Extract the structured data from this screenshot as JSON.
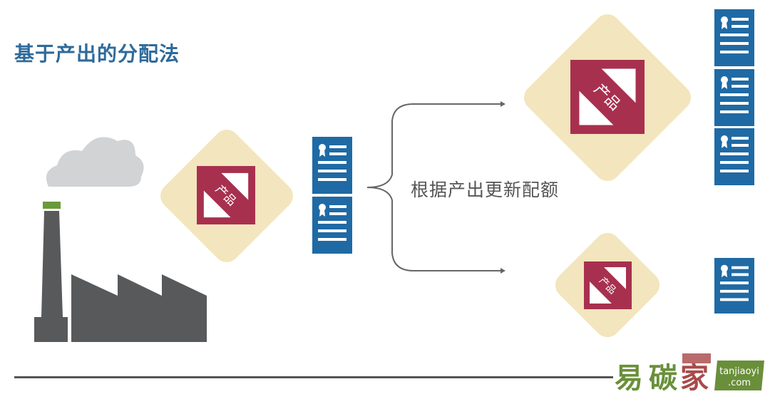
{
  "title": "基于产出的分配法",
  "caption": "根据产出更新配额",
  "product_label": "产品",
  "logo": {
    "cn": "易碳家",
    "domain1": "tanjiaoyi",
    "domain2": ".com"
  },
  "colors": {
    "title": "#2e6a9b",
    "product": "#a8304f",
    "certificate": "#1f6aa5",
    "diamond": "#f3e5bd",
    "factory": "#58595b",
    "cloud": "#d1d3d4",
    "chimney_cap": "#6a9a3a"
  }
}
